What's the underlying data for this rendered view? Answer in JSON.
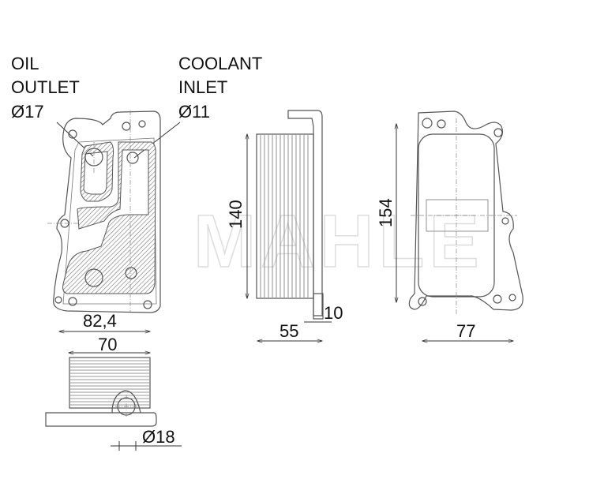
{
  "watermark": "MAHLE",
  "labels": {
    "oil_outlet": [
      "OIL",
      "OUTLET",
      "Ø17"
    ],
    "coolant_inlet": [
      "COOLANT",
      "INLET",
      "Ø11"
    ]
  },
  "dimensions": {
    "front_width": "82,4",
    "bottom_width": "70",
    "port_diameter": "Ø18",
    "side_height": "140",
    "flange_thickness": "10",
    "side_depth": "55",
    "rear_height": "154",
    "rear_width": "77"
  }
}
